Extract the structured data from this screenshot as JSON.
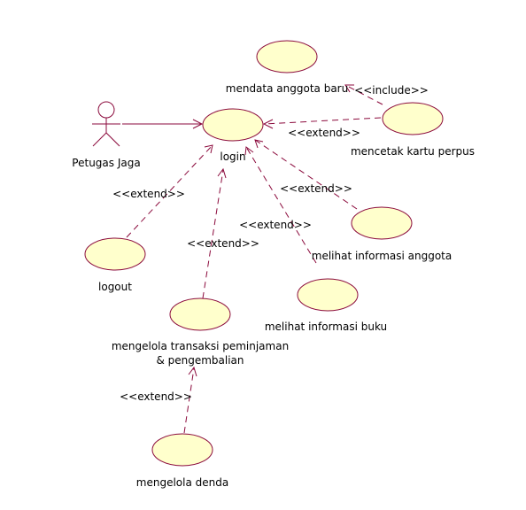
{
  "colors": {
    "line": "#8b0a3c",
    "usecase_fill": "#ffffcc",
    "usecase_stroke": "#8b0a3c",
    "text": "#000000"
  },
  "actor": {
    "id": "petugas",
    "label": "Petugas Jaga"
  },
  "usecases": [
    {
      "id": "mendata",
      "lines": [
        "mendata anggota baru"
      ]
    },
    {
      "id": "login",
      "lines": [
        "login"
      ]
    },
    {
      "id": "mencetak",
      "lines": [
        "mencetak kartu perpus"
      ]
    },
    {
      "id": "logout",
      "lines": [
        "logout"
      ]
    },
    {
      "id": "info_anggota",
      "lines": [
        "melihat informasi anggota"
      ]
    },
    {
      "id": "info_buku",
      "lines": [
        "melihat informasi buku"
      ]
    },
    {
      "id": "transaksi",
      "lines": [
        "mengelola transaksi peminjaman",
        "& pengembalian"
      ]
    },
    {
      "id": "denda",
      "lines": [
        "mengelola denda"
      ]
    }
  ],
  "relations": [
    {
      "id": "assoc-petugas-login",
      "type": "association",
      "label": ""
    },
    {
      "id": "include-mencetak-mendata",
      "type": "include",
      "label": "<<include>>"
    },
    {
      "id": "extend-mencetak-login",
      "type": "extend",
      "label": "<<extend>>"
    },
    {
      "id": "extend-info-anggota-login",
      "type": "extend",
      "label": "<<extend>>"
    },
    {
      "id": "extend-info-buku-login",
      "type": "extend",
      "label": "<<extend>>"
    },
    {
      "id": "extend-transaksi-login",
      "type": "extend",
      "label": "<<extend>>"
    },
    {
      "id": "extend-logout-login",
      "type": "extend",
      "label": "<<extend>>"
    },
    {
      "id": "extend-denda-transaksi",
      "type": "extend",
      "label": "<<extend>>"
    }
  ]
}
